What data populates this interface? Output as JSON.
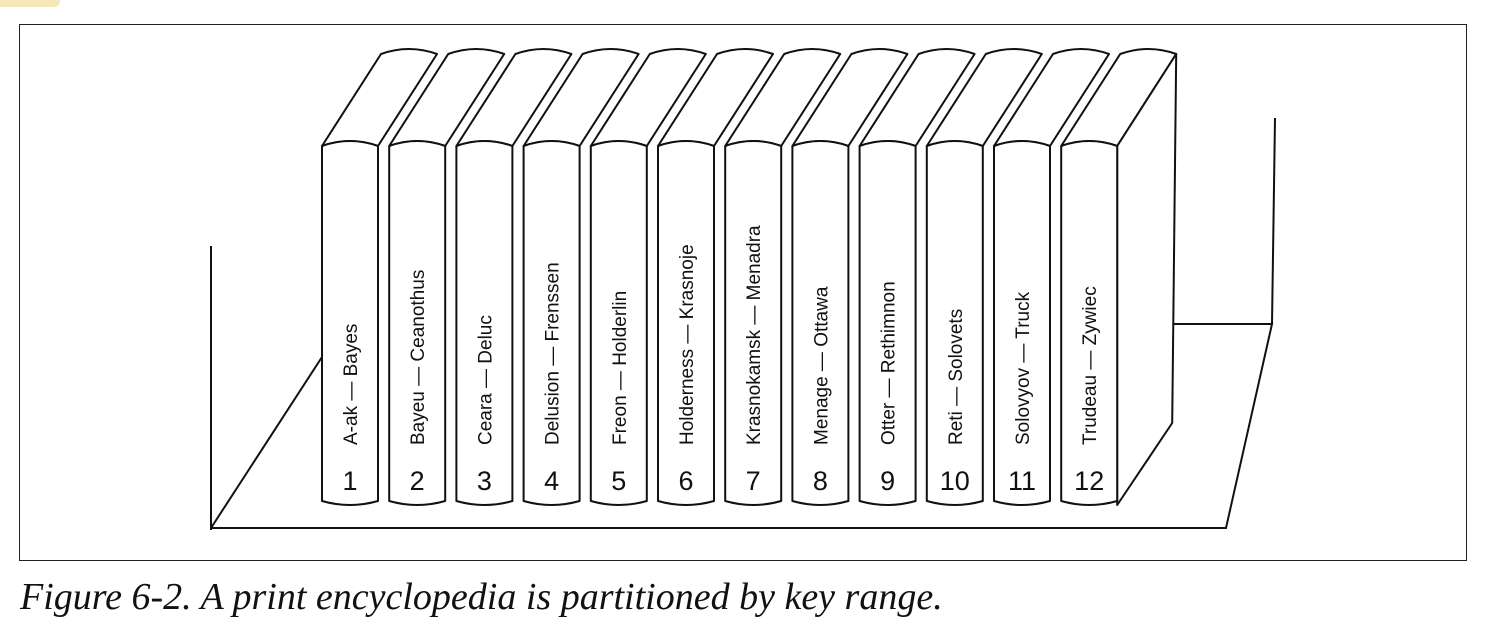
{
  "figure": {
    "caption": "Figure 6-2. A print encyclopedia is partitioned by key range."
  },
  "volumes": [
    {
      "number": "1",
      "range": "A-ak — Bayes"
    },
    {
      "number": "2",
      "range": "Bayeu — Ceanothus"
    },
    {
      "number": "3",
      "range": "Ceara — Deluc"
    },
    {
      "number": "4",
      "range": "Delusion — Frenssen"
    },
    {
      "number": "5",
      "range": "Freon — Holderlin"
    },
    {
      "number": "6",
      "range": "Holderness — Krasnoje"
    },
    {
      "number": "7",
      "range": "Krasnokamsk — Menadra"
    },
    {
      "number": "8",
      "range": "Menage — Ottawa"
    },
    {
      "number": "9",
      "range": "Otter — Rethimnon"
    },
    {
      "number": "10",
      "range": "Reti — Solovets"
    },
    {
      "number": "11",
      "range": "Solovyov — Truck"
    },
    {
      "number": "12",
      "range": "Trudeau — Zywiec"
    }
  ],
  "colors": {
    "stroke": "#111111",
    "book_fill": "#ffffff",
    "accent_mark": "#f6e7b8"
  }
}
